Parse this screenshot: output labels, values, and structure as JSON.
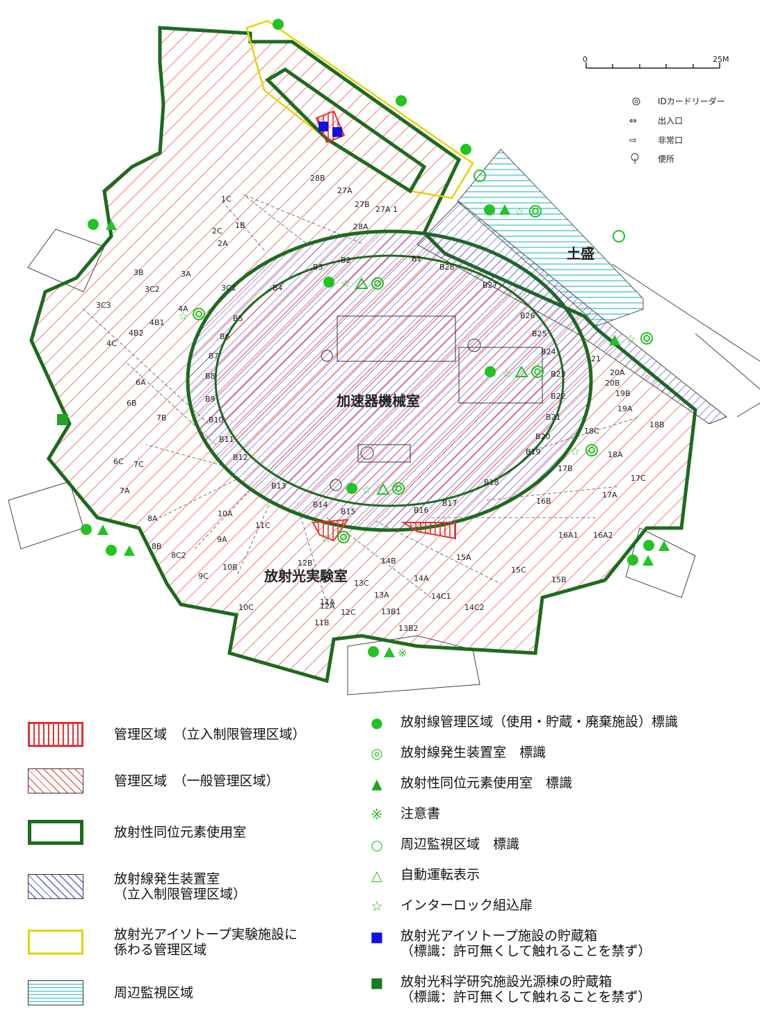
{
  "map": {
    "rooms": {
      "accelerator_room": "加速器機械室",
      "experiment_hall": "放射光実験室",
      "mound": "土盛"
    },
    "scale": {
      "start": "0",
      "end": "25M"
    },
    "key": {
      "id_reader": "IDカードリーダー",
      "entrance": "出入口",
      "emergency_exit": "非常口",
      "toilet": "便所"
    },
    "ring_labels": [
      "B1",
      "B2",
      "B3",
      "B4",
      "B5",
      "B6",
      "B7",
      "B8",
      "B9",
      "B10",
      "B11",
      "B12",
      "B13",
      "B14",
      "B15",
      "B16",
      "B17",
      "B18",
      "B19",
      "B20",
      "B21",
      "B22",
      "B23",
      "B24",
      "B25",
      "B26",
      "B27",
      "B28"
    ],
    "beamline_labels": [
      "1B",
      "1C",
      "2A",
      "2C",
      "3A",
      "3B",
      "3C1",
      "3C2",
      "3C3",
      "4A",
      "4B1",
      "4B2",
      "4C",
      "6A",
      "6B",
      "6C",
      "7A",
      "7B",
      "7C",
      "8A",
      "8B",
      "8C2",
      "9A",
      "9C",
      "10A",
      "10B",
      "10C",
      "11A",
      "11B",
      "11C",
      "12A",
      "12B",
      "12C",
      "13A",
      "13B1",
      "13B2",
      "13C",
      "14A",
      "14B",
      "14C1",
      "14C2",
      "15A",
      "15B",
      "15C",
      "16A1",
      "16A2",
      "16B",
      "17A",
      "17B",
      "17C",
      "18A",
      "18B",
      "18C",
      "19A",
      "19B",
      "20A",
      "20B",
      "21",
      "27A",
      "27A 1",
      "27B",
      "28A",
      "28B"
    ],
    "colors": {
      "red_hatch": "#e83030",
      "blue_hatch": "#3030c8",
      "green_border": "#1d6b1d",
      "yellow_border": "#e6d400",
      "cyan_hatch": "#1fb6c9",
      "marker_green": "#22c322",
      "storage_blue": "#1010e0"
    }
  },
  "legend_left": [
    {
      "label": "管理区域　（立入制限管理区域）",
      "swatch": "red-vertical-lines"
    },
    {
      "label": "管理区域　（一般管理区域）",
      "swatch": "red-diagonal-hatch"
    },
    {
      "label": "放射性同位元素使用室",
      "swatch": "green-thick-border"
    },
    {
      "label": "放射線発生装置室\n（立入制限管理区域）",
      "swatch": "blue-diagonal-hatch"
    },
    {
      "label": "放射光アイソトープ実験施設に\n係わる管理区域",
      "swatch": "yellow-border"
    },
    {
      "label": "周辺監視区域",
      "swatch": "cyan-horizontal-lines"
    }
  ],
  "legend_right": [
    {
      "symbol": "●",
      "icon": "filled-circle-icon",
      "label": "放射線管理区域（使用・貯蔵・廃棄施設）標識"
    },
    {
      "symbol": "◎",
      "icon": "double-circle-icon",
      "label": "放射線発生装置室　標識"
    },
    {
      "symbol": "▲",
      "icon": "filled-triangle-icon",
      "label": "放射性同位元素使用室　標識"
    },
    {
      "symbol": "※",
      "icon": "reference-mark-icon",
      "label": "注意書"
    },
    {
      "symbol": "○",
      "icon": "open-circle-icon",
      "label": "周辺監視区域　標識"
    },
    {
      "symbol": "△",
      "icon": "open-triangle-icon",
      "label": "自動運転表示"
    },
    {
      "symbol": "☆",
      "icon": "star-icon",
      "label": "インターロック組込扉"
    },
    {
      "symbol": "■",
      "icon": "blue-square-icon",
      "label": "放射光アイソトープ施設の貯蔵箱\n（標識：許可無くして触れることを禁ず）"
    },
    {
      "symbol": "■",
      "icon": "green-square-icon",
      "label": "放射光科学研究施設光源棟の貯蔵箱\n（標識：許可無くして触れることを禁ず）"
    }
  ]
}
